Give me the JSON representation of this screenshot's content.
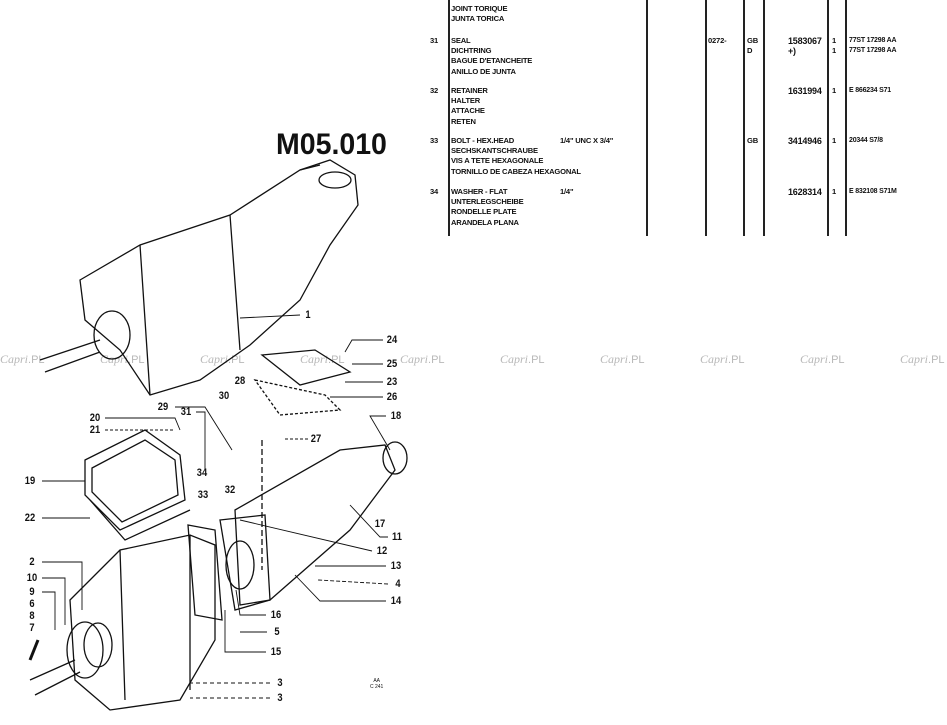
{
  "page_code": "M05.010",
  "table": {
    "rows": [
      {
        "num": "",
        "desc": [
          "JOINT TORIQUE",
          "JUNTA TORICA"
        ],
        "spec": "",
        "date": "",
        "country": [],
        "part": [],
        "qty": [],
        "ref": []
      },
      {
        "num": "31",
        "desc": [
          "SEAL",
          "DICHTRING",
          "BAGUE D'ETANCHEITE",
          "ANILLO DE JUNTA"
        ],
        "spec": "",
        "date": "0272-",
        "country": [
          "GB",
          "D"
        ],
        "part": [
          "1583067",
          "+)"
        ],
        "qty": [
          "1",
          "1"
        ],
        "ref": [
          "77ST 17298 AA",
          "77ST 17298 AA"
        ]
      },
      {
        "num": "32",
        "desc": [
          "RETAINER",
          "HALTER",
          "ATTACHE",
          "RETEN"
        ],
        "spec": "",
        "date": "",
        "country": [],
        "part": [
          "1631994"
        ],
        "qty": [
          "1"
        ],
        "ref": [
          "E 866234 S71"
        ]
      },
      {
        "num": "33",
        "desc": [
          "BOLT - HEX.HEAD",
          "SECHSKANTSCHRAUBE",
          "VIS A TETE HEXAGONALE",
          "TORNILLO DE CABEZA HEXAGONAL"
        ],
        "spec": "1/4\" UNC X 3/4\"",
        "date": "",
        "country": [
          "GB"
        ],
        "part": [
          "3414946"
        ],
        "qty": [
          "1"
        ],
        "ref": [
          "20344 S7/8"
        ]
      },
      {
        "num": "34",
        "desc": [
          "WASHER - FLAT",
          "UNTERLEGSCHEIBE",
          "RONDELLE PLATE",
          "ARANDELA PLANA"
        ],
        "spec": "1/4\"",
        "date": "",
        "country": [],
        "part": [
          "1628314"
        ],
        "qty": [
          "1"
        ],
        "ref": [
          "E 832108 S71M"
        ]
      }
    ]
  },
  "watermark": {
    "script": "Capri",
    "suffix": ".PL"
  },
  "diagram": {
    "callouts": [
      "1",
      "24",
      "25",
      "23",
      "26",
      "28",
      "30",
      "29",
      "31",
      "20",
      "21",
      "27",
      "18",
      "19",
      "34",
      "33",
      "32",
      "22",
      "17",
      "11",
      "12",
      "13",
      "4",
      "14",
      "16",
      "5",
      "15",
      "2",
      "10",
      "9",
      "6",
      "8",
      "7",
      "3",
      "3"
    ],
    "drawing_code": [
      "AA",
      "C 241"
    ]
  }
}
